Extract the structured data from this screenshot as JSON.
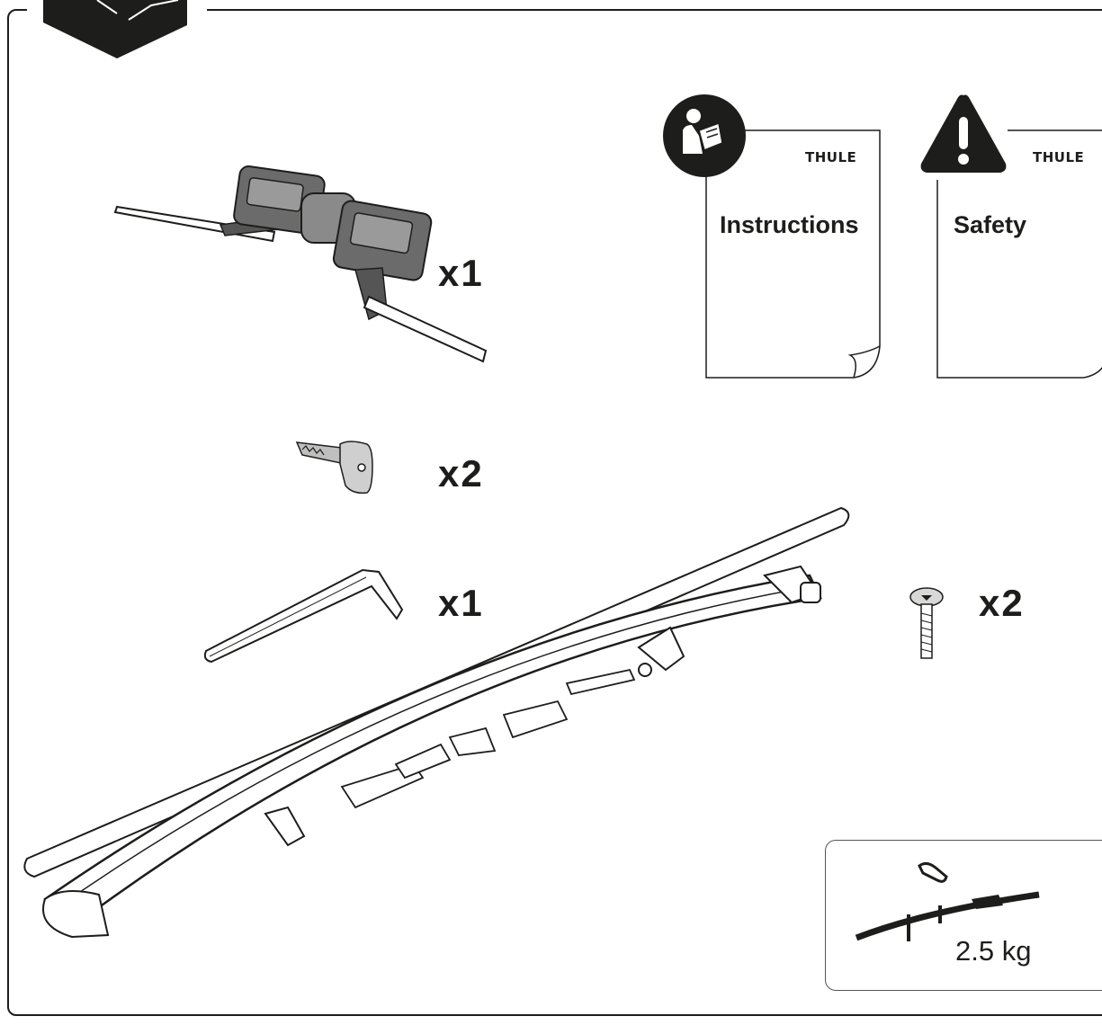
{
  "parts": [
    {
      "name": "strap lock",
      "quantity": "x1"
    },
    {
      "name": "key",
      "quantity": "x2"
    },
    {
      "name": "hex key",
      "quantity": "x1"
    },
    {
      "name": "screw",
      "quantity": "x2"
    }
  ],
  "documents": [
    {
      "icon": "read-instructions-icon",
      "brand": "THULE",
      "title": "Instructions"
    },
    {
      "icon": "warning-icon",
      "brand": "THULE",
      "title": "Safety"
    }
  ],
  "weight": "2.5 kg"
}
